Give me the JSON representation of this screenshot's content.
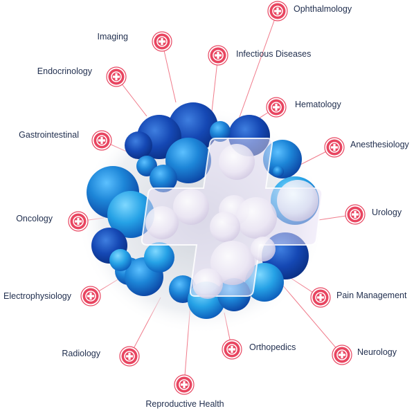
{
  "diagram": {
    "center_icon": "medical-cross-icon",
    "badge_icon": "medical-cross-badge-icon",
    "colors": {
      "badge": "#e84560",
      "connector": "#f07a8a",
      "label": "#1f2d4d",
      "sphere_blue": "#1a7fd0",
      "sphere_dark": "#0d3fa5",
      "sphere_white": "#f2eef8"
    },
    "specialties": [
      {
        "id": "ophthalmology",
        "label": "Ophthalmology"
      },
      {
        "id": "imaging",
        "label": "Imaging"
      },
      {
        "id": "infectious-diseases",
        "label": "Infectious Diseases"
      },
      {
        "id": "endocrinology",
        "label": "Endocrinology"
      },
      {
        "id": "hematology",
        "label": "Hematology"
      },
      {
        "id": "gastrointestinal",
        "label": "Gastrointestinal"
      },
      {
        "id": "anesthesiology",
        "label": "Anesthesiology"
      },
      {
        "id": "oncology",
        "label": "Oncology"
      },
      {
        "id": "urology",
        "label": "Urology"
      },
      {
        "id": "electrophysiology",
        "label": "Electrophysiology"
      },
      {
        "id": "pain-management",
        "label": "Pain Management"
      },
      {
        "id": "radiology",
        "label": "Radiology"
      },
      {
        "id": "orthopedics",
        "label": "Orthopedics"
      },
      {
        "id": "neurology",
        "label": "Neurology"
      },
      {
        "id": "reproductive-health",
        "label": "Reproductive Health"
      }
    ]
  }
}
